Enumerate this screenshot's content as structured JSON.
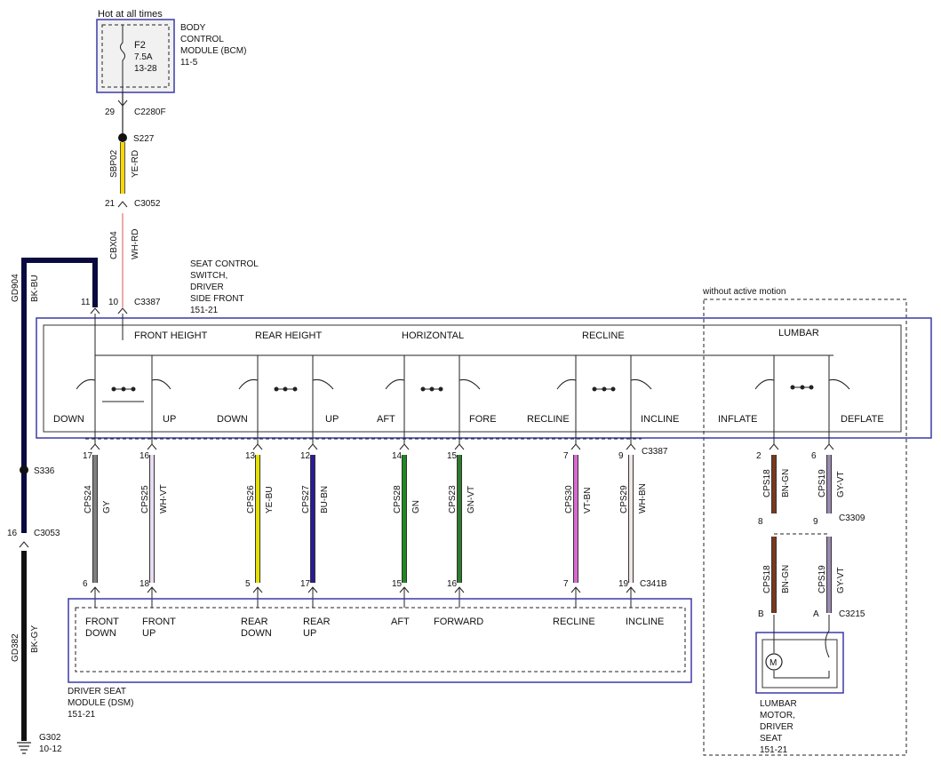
{
  "header_note": "Hot at all times",
  "bcm": {
    "lines": [
      "BODY",
      "CONTROL",
      "MODULE (BCM)",
      "11-5"
    ],
    "fuse_id": "F2",
    "fuse_rating": "7.5A",
    "fuse_ref": "13-28"
  },
  "top_chain": {
    "pin_29": "29",
    "conn_c2280f": "C2280F",
    "splice_s227": "S227",
    "circuit_sbp02": "SBP02",
    "color_yerd": "YE-RD",
    "pin_21": "21",
    "conn_c3052": "C3052",
    "circuit_cbx04": "CBX04",
    "color_whrd": "WH-RD",
    "pin_10": "10",
    "pin_11": "11",
    "conn_c3387": "C3387"
  },
  "ground_chain": {
    "circuit_gd904": "GD904",
    "color_bkbu": "BK-BU",
    "splice_s336": "S336",
    "pin_16": "16",
    "conn_c3053": "C3053",
    "circuit_gd382": "GD382",
    "color_bkgy": "BK-GY",
    "ground_g302": "G302",
    "ground_ref": "10-12"
  },
  "seat_switch": {
    "lines": [
      "SEAT CONTROL",
      "SWITCH,",
      "DRIVER",
      "SIDE FRONT",
      "151-21"
    ],
    "without_active_motion": "without active motion",
    "groups": [
      "FRONT HEIGHT",
      "REAR HEIGHT",
      "HORIZONTAL",
      "RECLINE",
      "LUMBAR"
    ],
    "positions": [
      "DOWN",
      "UP",
      "DOWN",
      "UP",
      "AFT",
      "FORE",
      "RECLINE",
      "INCLINE",
      "INFLATE",
      "DEFLATE"
    ]
  },
  "wires": [
    {
      "top_pin": "17",
      "circuit": "CPS24",
      "color": "GY",
      "bottom_pin": "6",
      "hex": "#808080"
    },
    {
      "top_pin": "16",
      "circuit": "CPS25",
      "color": "WH-VT",
      "bottom_pin": "18",
      "hex": "#e8dcf0"
    },
    {
      "top_pin": "13",
      "circuit": "CPS26",
      "color": "YE-BU",
      "bottom_pin": "5",
      "hex": "#e6e000"
    },
    {
      "top_pin": "12",
      "circuit": "CPS27",
      "color": "BU-BN",
      "bottom_pin": "17",
      "hex": "#2a1a9a"
    },
    {
      "top_pin": "14",
      "circuit": "CPS28",
      "color": "GN",
      "bottom_pin": "15",
      "hex": "#1f8a1f"
    },
    {
      "top_pin": "15",
      "circuit": "CPS23",
      "color": "GN-VT",
      "bottom_pin": "16",
      "hex": "#2e7a2e"
    },
    {
      "top_pin": "7",
      "circuit": "CPS30",
      "color": "VT-BN",
      "bottom_pin": "7",
      "hex": "#d86ad0"
    },
    {
      "top_pin": "9",
      "circuit": "CPS29",
      "color": "WH-BN",
      "bottom_pin": "19",
      "hex": "#f0e6e6"
    }
  ],
  "conn_c3387_right": "C3387",
  "conn_c341b": "C341B",
  "lumbar_wires": [
    {
      "top_pin": "2",
      "circuit": "CPS18",
      "color": "BN-GN",
      "mid_pin": "8",
      "lower_circuit": "CPS18",
      "lower_color": "BN-GN",
      "bottom_pin": "B",
      "hex": "#7a3a1a"
    },
    {
      "top_pin": "6",
      "circuit": "CPS19",
      "color": "GY-VT",
      "mid_pin": "9",
      "lower_circuit": "CPS19",
      "lower_color": "GY-VT",
      "bottom_pin": "A",
      "hex": "#9a8ab0"
    }
  ],
  "conn_c3309": "C3309",
  "conn_c3215": "C3215",
  "dsm": {
    "labels": [
      {
        "line1": "FRONT",
        "line2": "DOWN"
      },
      {
        "line1": "FRONT",
        "line2": "UP"
      },
      {
        "line1": "REAR",
        "line2": "DOWN"
      },
      {
        "line1": "REAR",
        "line2": "UP"
      },
      {
        "line1": "AFT",
        "line2": ""
      },
      {
        "line1": "FORWARD",
        "line2": ""
      },
      {
        "line1": "RECLINE",
        "line2": ""
      },
      {
        "line1": "INCLINE",
        "line2": ""
      }
    ],
    "lines": [
      "DRIVER SEAT",
      "MODULE (DSM)",
      "151-21"
    ]
  },
  "lumbar_motor": {
    "symbol": "M",
    "lines": [
      "LUMBAR",
      "MOTOR,",
      "DRIVER",
      "SEAT",
      "151-21"
    ]
  }
}
